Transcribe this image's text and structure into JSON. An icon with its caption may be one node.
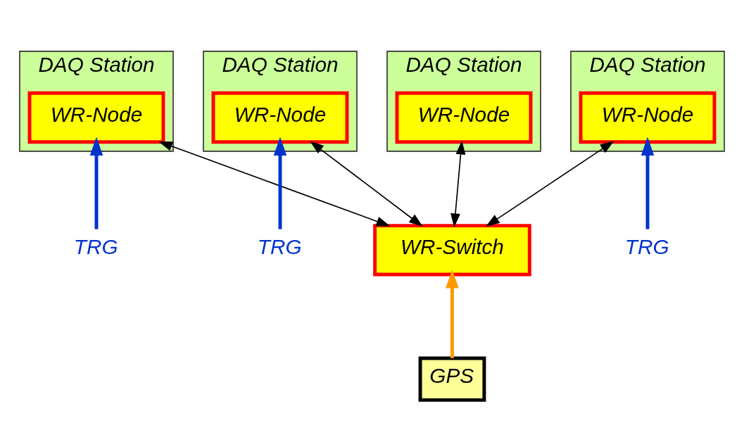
{
  "diagram": {
    "nodes": [
      {
        "text": [
          "DAQ Station"
        ]
      },
      {
        "text": [
          "WR-Node"
        ],
        "in": 0
      },
      {
        "text": [
          "DAQ Station"
        ]
      },
      {
        "text": [
          "WR-Node"
        ],
        "in": 2
      },
      {
        "text": [
          "DAQ Station"
        ]
      },
      {
        "text": [
          "WR-Node"
        ],
        "in": 4
      },
      {
        "text": [
          "DAQ Station"
        ]
      },
      {
        "text": [
          "WR-Node"
        ],
        "in": 6
      },
      {
        "text": [
          "WR-Switch"
        ]
      },
      {
        "text": [
          "GPS"
        ]
      },
      {
        "text": [
          "TRG"
        ]
      },
      {
        "text": [
          "TRG"
        ]
      },
      {
        "text": [
          "TRG"
        ]
      }
    ],
    "edges": [
      {
        "from": 8,
        "to": 1,
        "arrow": "both"
      },
      {
        "from": 8,
        "to": 3,
        "arrow": "both"
      },
      {
        "from": 8,
        "to": 5,
        "arrow": "both"
      },
      {
        "from": 8,
        "to": 7,
        "arrow": "both"
      },
      {
        "from": 9,
        "to": 8,
        "arrow": "to",
        "color": "#ff9900",
        "style": "thick"
      },
      {
        "from": 10,
        "to": 1,
        "arrow": "to",
        "color": "#0033cc",
        "style": "thick"
      },
      {
        "from": 11,
        "to": 3,
        "arrow": "to",
        "color": "#0033cc",
        "style": "thick"
      },
      {
        "from": 12,
        "to": 5,
        "arrow": "to",
        "color": "#0033cc",
        "style": "thick"
      }
    ]
  }
}
